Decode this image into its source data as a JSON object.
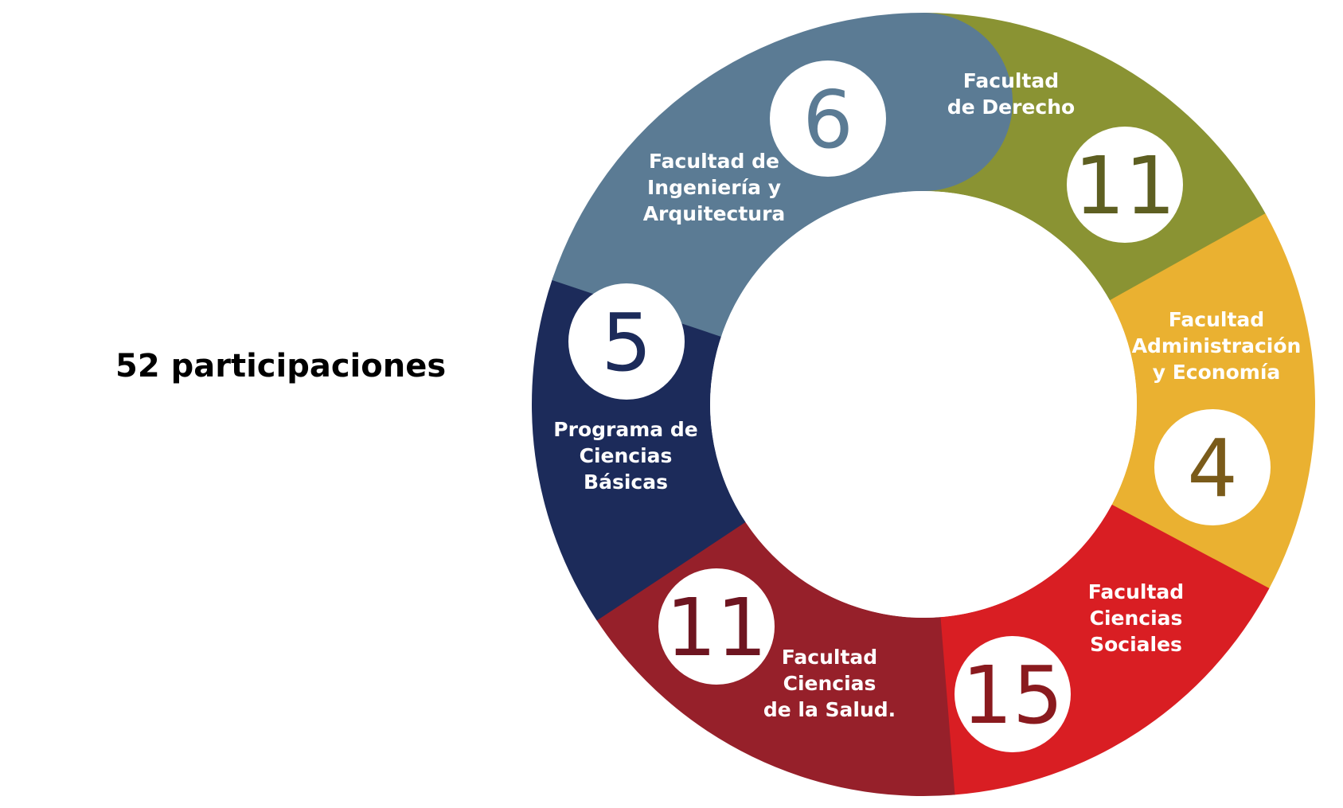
{
  "total_label": "52 participaciones",
  "segments": [
    {
      "id": "derecho",
      "label_lines": [
        "Facultad",
        "de Derecho"
      ],
      "value": "11",
      "color": "#8A9333",
      "value_color": "#5E5F21"
    },
    {
      "id": "administracion",
      "label_lines": [
        "Facultad",
        "Administración",
        "y Economía"
      ],
      "value": "4",
      "color": "#EAB131",
      "value_color": "#7A5B1A"
    },
    {
      "id": "sociales",
      "label_lines": [
        "Facultad",
        "Ciencias",
        "Sociales"
      ],
      "value": "15",
      "color": "#D91E23",
      "value_color": "#8A1A1E"
    },
    {
      "id": "salud",
      "label_lines": [
        "Facultad",
        "Ciencias",
        "de la Salud."
      ],
      "value": "11",
      "color": "#96202A",
      "value_color": "#6E1520"
    },
    {
      "id": "basicas",
      "label_lines": [
        "Programa de",
        "Ciencias",
        "Básicas"
      ],
      "value": "5",
      "color": "#1C2B5A",
      "value_color": "#1C2B5A"
    },
    {
      "id": "ingenieria",
      "label_lines": [
        "Facultad de",
        "Ingeniería y",
        "Arquitectura"
      ],
      "value": "6",
      "color": "#5B7B94",
      "value_color": "#5B7B94"
    }
  ]
}
